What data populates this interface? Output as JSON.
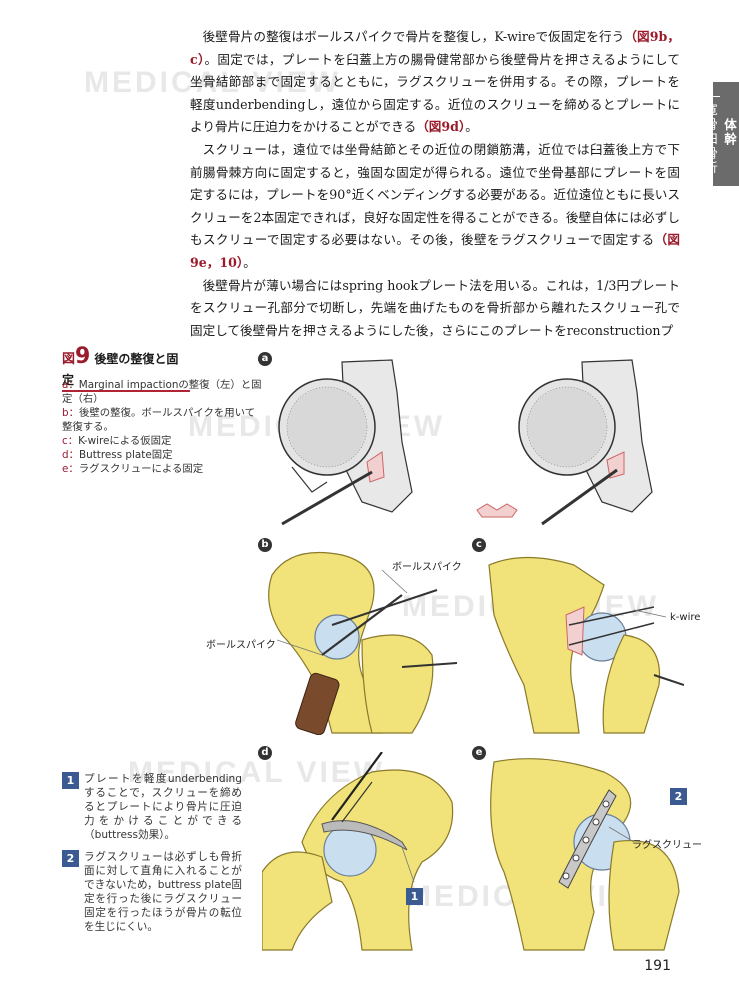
{
  "watermark": "MEDICAL VIEW",
  "side_tab": {
    "part": "体幹",
    "category": "寛骨臼骨折"
  },
  "body": {
    "p1_a": "後壁骨片の整復はボールスパイクで骨片を整復し，K-wireで仮固定を行う",
    "p1_ref1": "（図9b，c）",
    "p1_b": "。固定では，プレートを臼蓋上方の腸骨健常部から後壁骨片を押さえるようにして坐骨結節部まで固定するとともに，ラグスクリューを併用する。その際，プレートを軽度underbendingし，遠位から固定する。近位のスクリューを締めるとプレートにより骨片に圧迫力をかけることができる",
    "p1_ref2": "（図9d）",
    "p1_c": "。",
    "p2_a": "スクリューは，遠位では坐骨結節とその近位の閉鎖筋溝，近位では臼蓋後上方で下前腸骨棘方向に固定すると，強固な固定が得られる。遠位で坐骨基部にプレートを固定するには，プレートを90°近くベンディングする必要がある。近位遠位ともに長いスクリューを2本固定できれば，良好な固定性を得ることができる。後壁自体には必ずしもスクリューで固定する必要はない。その後，後壁をラグスクリューで固定する",
    "p2_ref": "（図9e，10）",
    "p2_b": "。",
    "p3": "後壁骨片が薄い場合にはspring hookプレート法を用いる。これは，1/3円プレートをスクリュー孔部分で切断し，先端を曲げたものを骨折部から離れたスクリュー孔で固定して後壁骨片を押さえるようにした後，さらにこのプレートをreconstructionプ"
  },
  "figure": {
    "label_zu": "図",
    "label_num": "9",
    "title": "後壁の整復と固定",
    "captions": [
      {
        "key": "a",
        "text": "Marginal impactionの整復（左）と固定（右）"
      },
      {
        "key": "b",
        "text": "後壁の整復。ボールスパイクを用いて整復する。"
      },
      {
        "key": "c",
        "text": "K-wireによる仮固定"
      },
      {
        "key": "d",
        "text": "Buttress plate固定"
      },
      {
        "key": "e",
        "text": "ラグスクリューによる固定"
      }
    ],
    "panels": {
      "a": "a",
      "b": "b",
      "c": "c",
      "d": "d",
      "e": "e"
    },
    "callouts": {
      "ball_spike_1": "ボールスパイク",
      "ball_spike_2": "ボールスパイク",
      "k_wire": "k-wire",
      "lag_screw": "ラグスクリュー"
    },
    "notes": [
      {
        "num": "1",
        "text": "プレートを軽度underbendingすることで，スクリューを締めるとプレートにより骨片に圧迫力をかけることができる（buttress効果）。"
      },
      {
        "num": "2",
        "text": "ラグスクリューは必ずしも骨折面に対して直角に入れることができないため，buttress plate固定を行った後にラグスクリュー固定を行ったほうが骨片の転位を生じにくい。"
      }
    ]
  },
  "page_number": "191",
  "colors": {
    "accent": "#9a1c2c",
    "badge": "#3b5a92",
    "bone": "#f1e27a",
    "cartilage": "#c9dff0"
  }
}
